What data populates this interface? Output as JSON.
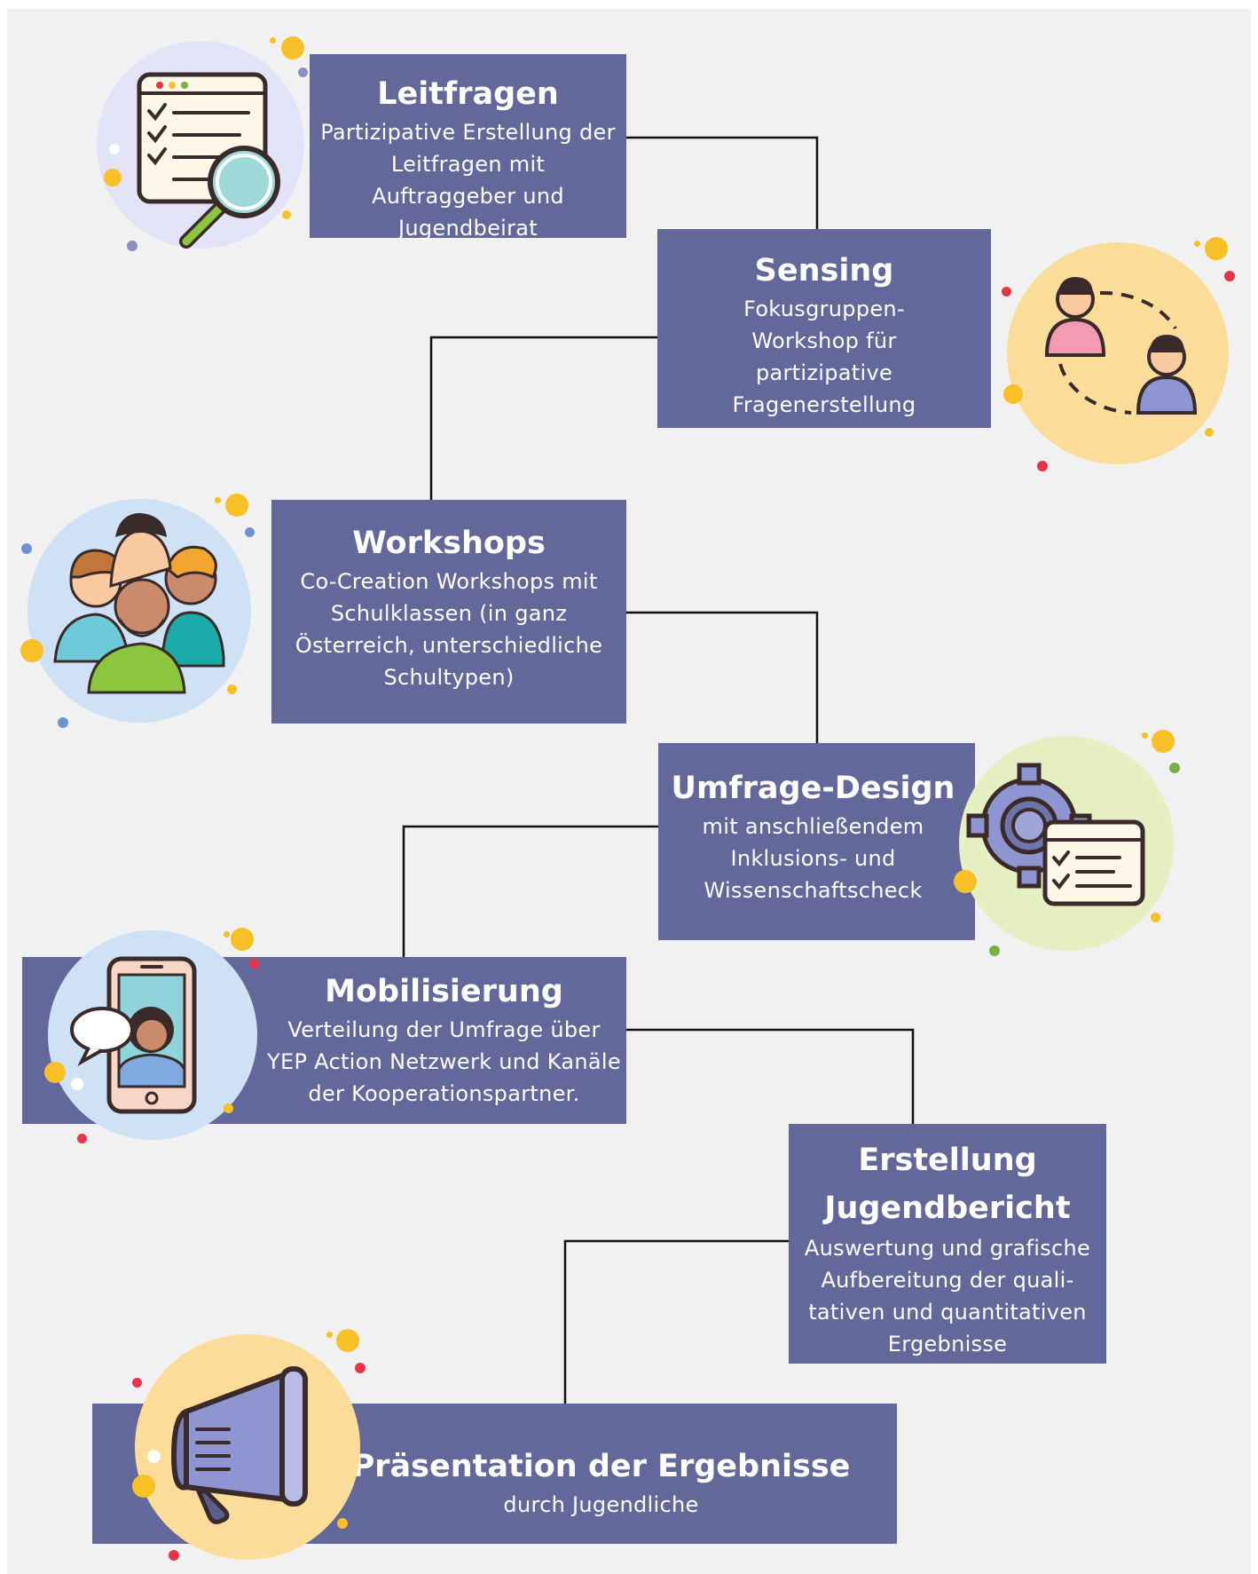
{
  "colors": {
    "background": "#f1f1f1",
    "box_fill": "#63689a",
    "text": "#ffffff",
    "connector": "#111111",
    "accent_yellow": "#f6c026",
    "accent_red": "#e8334a",
    "accent_purple": "#8e8ec4",
    "accent_green": "#79b044"
  },
  "steps": [
    {
      "title": "Leitfragen",
      "description": "Partizipative Erstellung der Leitfragen mit Auftraggeber und Jugendbeirat",
      "icon": "checklist-magnifier-icon"
    },
    {
      "title": "Sensing",
      "description": "Fokusgruppen-Workshop für partizipative Fragenerstellung",
      "icon": "people-exchange-icon"
    },
    {
      "title": "Workshops",
      "description": "Co-Creation Workshops mit Schulklassen (in ganz Österreich, unterschiedliche Schultypen)",
      "icon": "group-of-people-icon"
    },
    {
      "title": "Umfrage-Design",
      "description": "mit anschließendem Inklusions- und Wissenschaftscheck",
      "icon": "gear-checklist-icon"
    },
    {
      "title": "Mobilisierung",
      "description": "Verteilung der Umfrage über YEP Action Netzwerk und Kanäle der Kooperationspartner.",
      "icon": "smartphone-chat-icon"
    },
    {
      "title": "Erstellung Jugendbericht",
      "description": "Auswertung und grafische Aufbereitung der quali-tativen und quantitativen Ergebnisse",
      "icon": "none"
    },
    {
      "title": "Präsentation der Ergebnisse",
      "description": "durch Jugendliche",
      "icon": "megaphone-icon"
    }
  ]
}
